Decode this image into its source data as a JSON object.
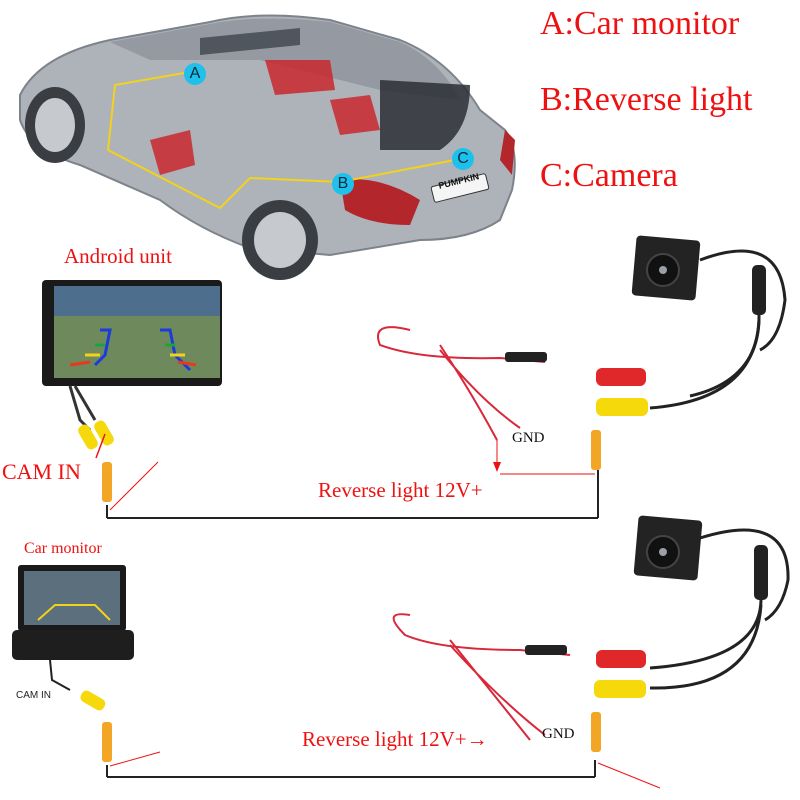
{
  "legend": {
    "a": "A:Car monitor",
    "b": "B:Reverse light",
    "c": "C:Camera"
  },
  "car_markers": {
    "a": "A",
    "b": "B",
    "c": "C",
    "plate_text": "PUMPKIN"
  },
  "top_setup": {
    "unit_label": "Android unit",
    "cam_in_label": "CAM IN",
    "gnd_label": "GND",
    "reverse_label": "Reverse light 12V+"
  },
  "bottom_setup": {
    "unit_label": "Car monitor",
    "cam_in_label": "CAM IN",
    "gnd_label": "GND",
    "reverse_label": "Reverse light 12V+→"
  },
  "colors": {
    "label_red": "#ee1111",
    "marker_blue": "#1ec0ec",
    "route_yellow": "#f2d21a",
    "rca_yellow": "#f5d90a",
    "rca_red": "#e0282a",
    "rca_orange": "#f3a526",
    "wire_black": "#222222"
  }
}
